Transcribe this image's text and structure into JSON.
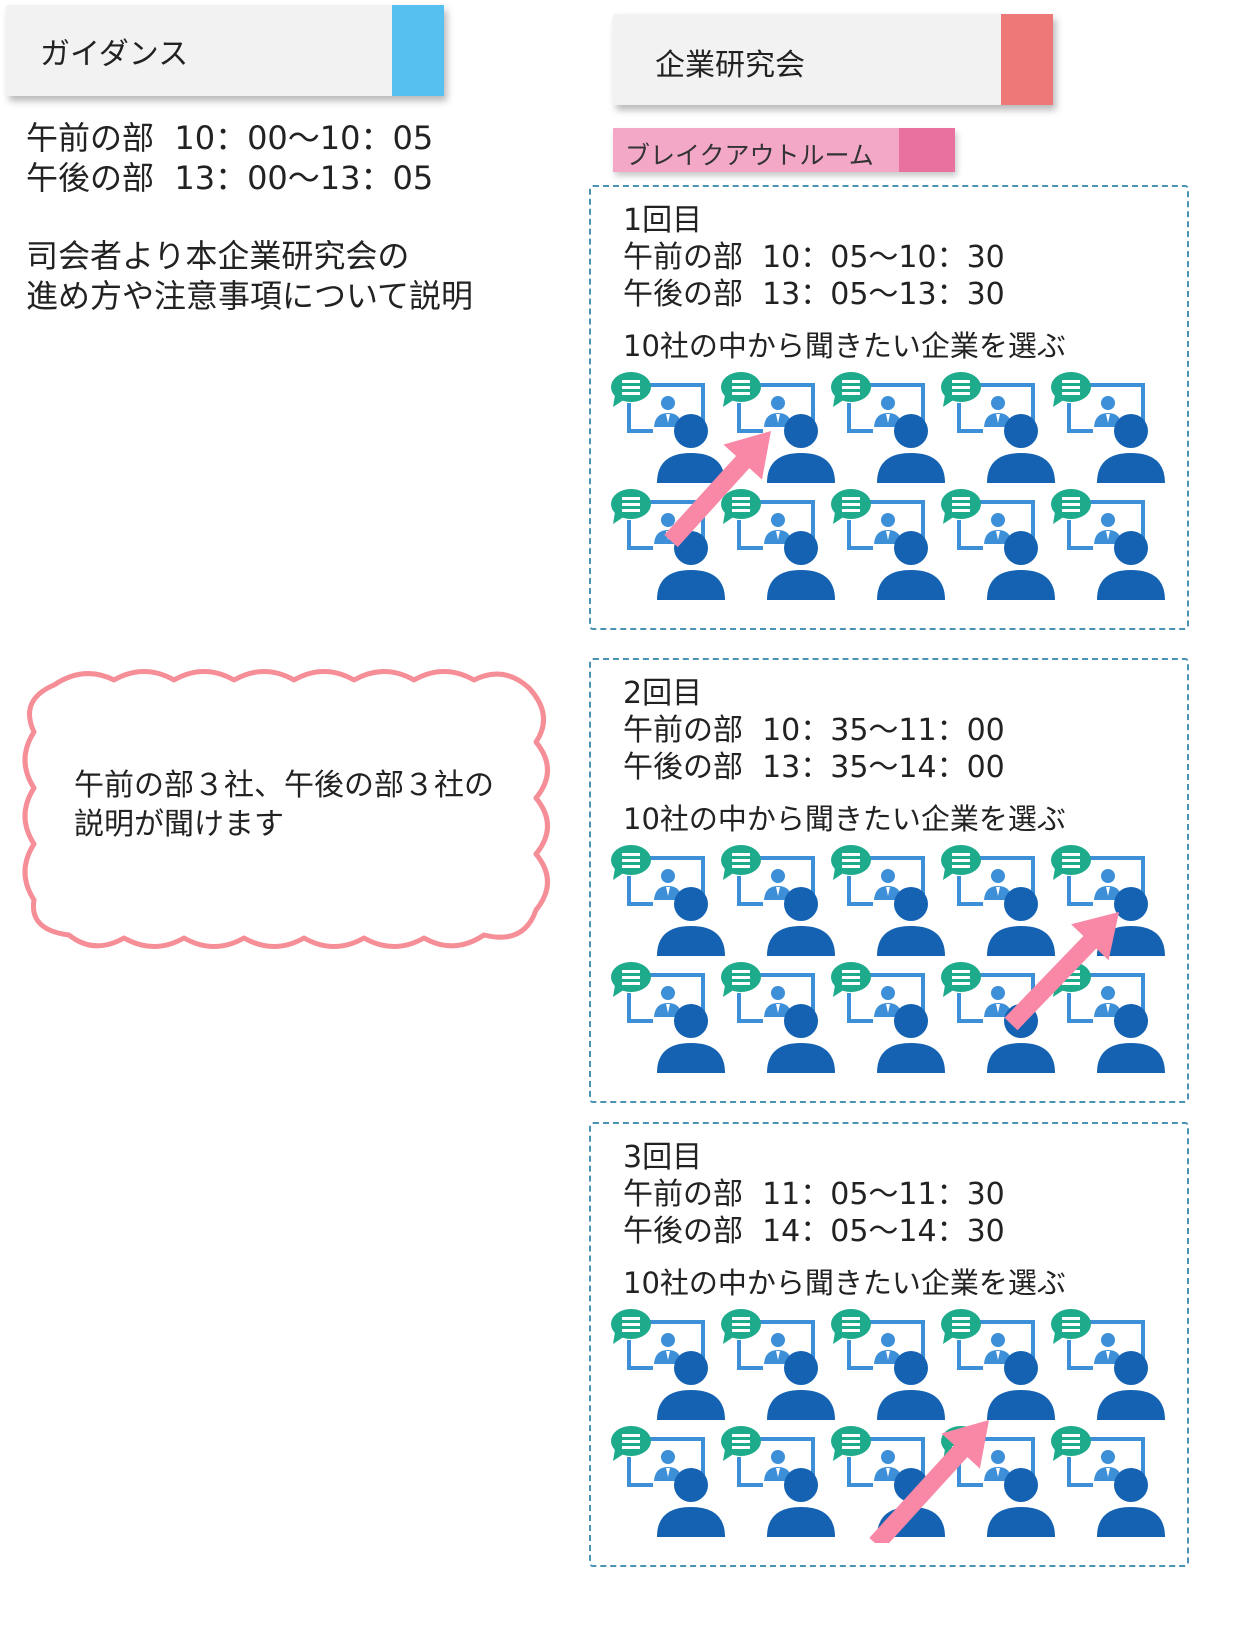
{
  "guidance": {
    "title": "ガイダンス",
    "accent": "#56c1f1",
    "times": [
      "午前の部  10：00～10：05",
      "午後の部  13：00～13：05"
    ],
    "note": [
      "司会者より本企業研究会の",
      "進め方や注意事項について説明"
    ]
  },
  "study": {
    "title": "企業研究会",
    "accent": "#ee7777"
  },
  "breakout": {
    "label": "ブレイクアウトルーム",
    "color": "#f3a8c8",
    "accent": "#e8719f"
  },
  "rounds": [
    {
      "title": "1回目",
      "am": "午前の部  10：05～10：30",
      "pm": "午後の部  13：05～13：30",
      "desc": "10社の中から聞きたい企業を選ぶ"
    },
    {
      "title": "2回目",
      "am": "午前の部  10：35～11：00",
      "pm": "午後の部  13：35～14：00",
      "desc": "10社の中から聞きたい企業を選ぶ"
    },
    {
      "title": "3回目",
      "am": "午前の部  11：05～11：30",
      "pm": "午後の部  14：05～14：30",
      "desc": "10社の中から聞きたい企業を選ぶ"
    }
  ],
  "cloud": {
    "lines": [
      "午前の部３社、午後の部３社の",
      "説明が聞けます"
    ],
    "border": "#f58e96"
  },
  "icons": {
    "name": "online-meeting-icon",
    "person_color": "#1462b1",
    "screen_color": "#3d8fd8",
    "bubble_color": "#1dab8c",
    "arrow_color": "#f987a6"
  }
}
